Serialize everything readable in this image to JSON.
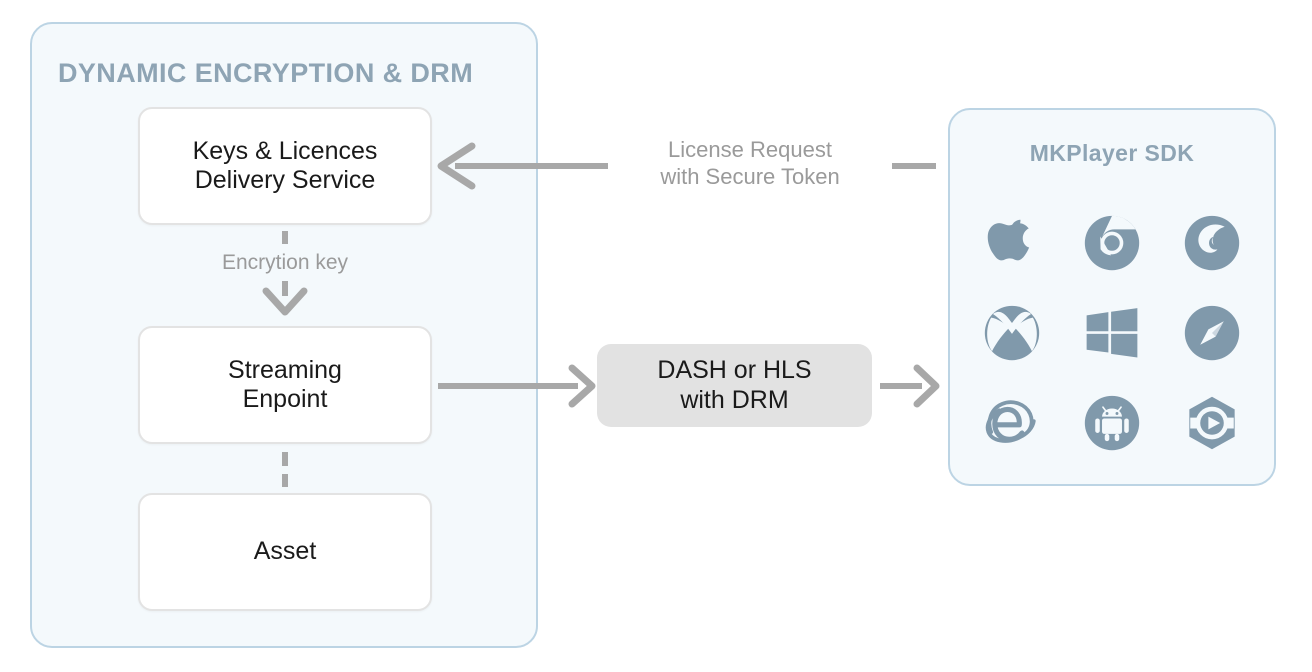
{
  "colors": {
    "panel_fill": "#f4f9fc",
    "panel_border": "#bcd4e4",
    "panel_title_text": "#8ea4b4",
    "node_fill": "#ffffff",
    "node_border": "#e3e3e3",
    "node_text": "#1a1a1a",
    "pill_fill": "#e2e2e2",
    "connector": "#a8a8a8",
    "edge_label_text": "#9a9a9a",
    "icon_color": "#8099ab"
  },
  "left_panel": {
    "title": "DYNAMIC ENCRYPTION & DRM",
    "nodes": [
      {
        "id": "keys",
        "label": "Keys & Licences\nDelivery Service"
      },
      {
        "id": "streaming",
        "label": "Streaming\nEnpoint"
      },
      {
        "id": "asset",
        "label": "Asset"
      }
    ],
    "internal_edges": [
      {
        "id": "keys-to-streaming",
        "label": "Encrytion key",
        "style": "dashed",
        "arrow": "down"
      },
      {
        "id": "streaming-to-asset",
        "label": "",
        "style": "dashed",
        "arrow": "none"
      }
    ]
  },
  "middle": {
    "license_edge_label": "License Request\nwith Secure Token",
    "stream_pill_label": "DASH or HLS\nwith DRM"
  },
  "right_panel": {
    "title": "MKPlayer SDK",
    "icons": [
      {
        "name": "apple-icon",
        "label": "Apple"
      },
      {
        "name": "chrome-icon",
        "label": "Chrome"
      },
      {
        "name": "firefox-icon",
        "label": "Firefox"
      },
      {
        "name": "xbox-icon",
        "label": "Xbox"
      },
      {
        "name": "windows-icon",
        "label": "Windows"
      },
      {
        "name": "safari-icon",
        "label": "Safari"
      },
      {
        "name": "internet-explorer-icon",
        "label": "Internet Explorer"
      },
      {
        "name": "android-icon",
        "label": "Android"
      },
      {
        "name": "media-player-hexagon-icon",
        "label": "Media Player"
      }
    ]
  },
  "arrows": [
    {
      "id": "license-request-arrow",
      "direction": "left",
      "from": "MKPlayer SDK",
      "to": "Keys & Licences Delivery Service"
    },
    {
      "id": "streaming-to-dash-arrow",
      "direction": "right",
      "from": "Streaming Enpoint",
      "to": "DASH or HLS with DRM"
    },
    {
      "id": "dash-to-sdk-arrow",
      "direction": "right",
      "from": "DASH or HLS with DRM",
      "to": "MKPlayer SDK"
    }
  ]
}
